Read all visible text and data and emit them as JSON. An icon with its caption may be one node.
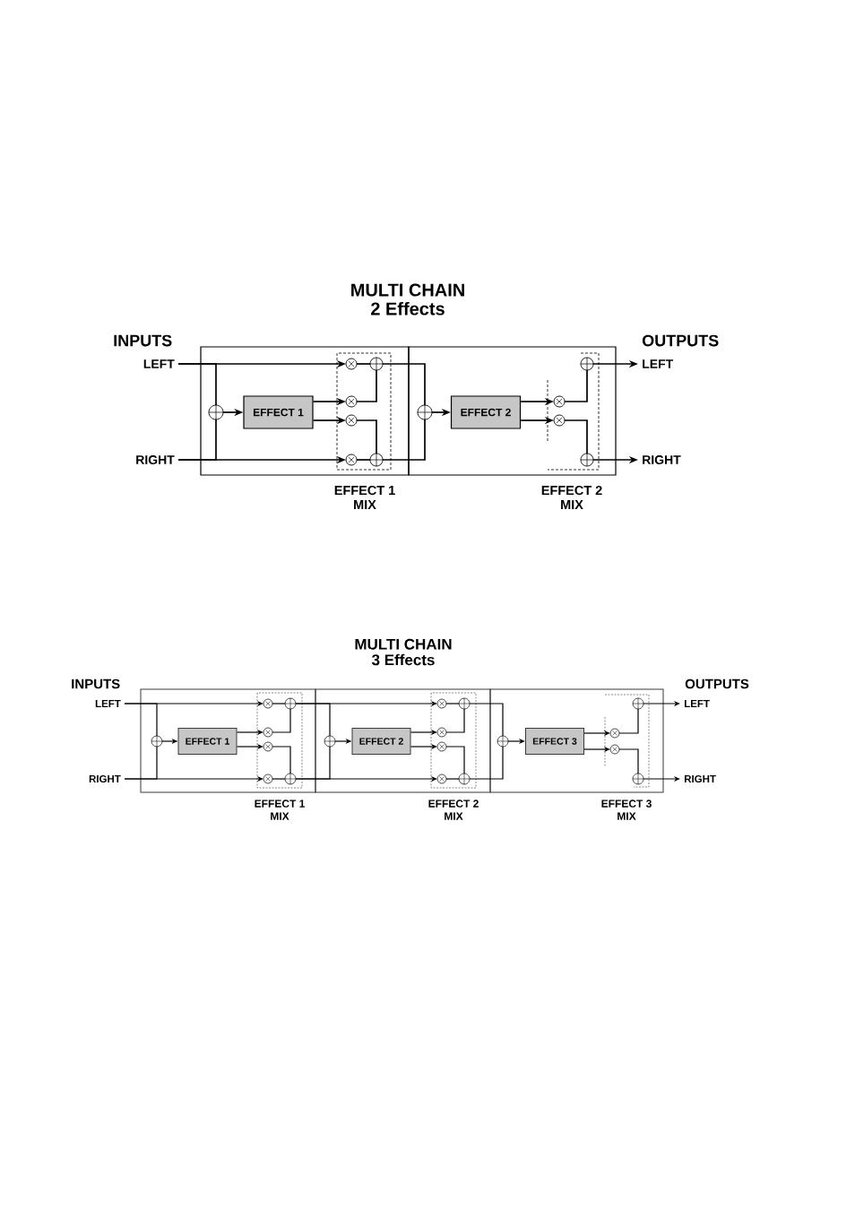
{
  "diagram": {
    "nodes": [
      {
        "text": [
          "LEFT"
        ]
      },
      {
        "text": [
          "RIGHT"
        ]
      },
      {
        "text": [],
        "shape": "box"
      },
      {
        "text": [],
        "shape": "circle",
        "in": 2
      },
      {
        "text": [
          "EFFECT 1"
        ],
        "in": 2
      },
      {
        "text": [],
        "shape": "circle",
        "in": 2
      },
      {
        "text": [],
        "shape": "circle",
        "in": 2
      },
      {
        "text": [],
        "shape": "circle",
        "in": 2
      },
      {
        "text": [],
        "shape": "circle",
        "in": 2
      },
      {
        "text": [],
        "shape": "circle",
        "in": 2
      },
      {
        "text": [],
        "shape": "circle",
        "in": 2
      },
      {
        "text": [],
        "shape": "box"
      },
      {
        "text": [],
        "shape": "circle",
        "in": 11
      },
      {
        "text": [
          "EFFECT 2"
        ],
        "in": 11
      },
      {
        "text": [],
        "shape": "circle",
        "in": 11
      },
      {
        "text": [],
        "shape": "circle",
        "in": 11
      },
      {
        "text": [],
        "shape": "circle",
        "in": 11
      },
      {
        "text": [],
        "shape": "circle",
        "in": 11
      },
      {
        "text": [
          "LEFT"
        ]
      },
      {
        "text": [
          "RIGHT"
        ]
      },
      {
        "text": [
          "LEFT"
        ]
      },
      {
        "text": [
          "RIGHT"
        ]
      },
      {
        "text": [],
        "shape": "box"
      },
      {
        "text": [],
        "shape": "circle",
        "in": 22
      },
      {
        "text": [
          "EFFECT 1"
        ],
        "in": 22
      },
      {
        "text": [],
        "shape": "circle",
        "in": 22
      },
      {
        "text": [],
        "shape": "circle",
        "in": 22
      },
      {
        "text": [],
        "shape": "circle",
        "in": 22
      },
      {
        "text": [],
        "shape": "circle",
        "in": 22
      },
      {
        "text": [],
        "shape": "circle",
        "in": 22
      },
      {
        "text": [],
        "shape": "circle",
        "in": 22
      },
      {
        "text": [],
        "shape": "box"
      },
      {
        "text": [],
        "shape": "circle",
        "in": 31
      },
      {
        "text": [
          "EFFECT 2"
        ],
        "in": 31
      },
      {
        "text": [],
        "shape": "circle",
        "in": 31
      },
      {
        "text": [],
        "shape": "circle",
        "in": 31
      },
      {
        "text": [],
        "shape": "circle",
        "in": 31
      },
      {
        "text": [],
        "shape": "circle",
        "in": 31
      },
      {
        "text": [],
        "shape": "circle",
        "in": 31
      },
      {
        "text": [],
        "shape": "circle",
        "in": 31
      },
      {
        "text": [],
        "shape": "box"
      },
      {
        "text": [],
        "shape": "circle",
        "in": 40
      },
      {
        "text": [
          "EFFECT 3"
        ],
        "in": 40
      },
      {
        "text": [],
        "shape": "circle",
        "in": 40
      },
      {
        "text": [],
        "shape": "circle",
        "in": 40
      },
      {
        "text": [],
        "shape": "circle",
        "in": 40
      },
      {
        "text": [],
        "shape": "circle",
        "in": 40
      },
      {
        "text": [
          "LEFT"
        ]
      },
      {
        "text": [
          "RIGHT"
        ]
      }
    ],
    "edges": [
      {
        "from": 0,
        "to": 5,
        "arrow": "to"
      },
      {
        "from": 0,
        "to": 3,
        "arrow": "none"
      },
      {
        "from": 1,
        "to": 8,
        "arrow": "to"
      },
      {
        "from": 1,
        "to": 3,
        "arrow": "none"
      },
      {
        "from": 3,
        "to": 4,
        "arrow": "to"
      },
      {
        "from": 4,
        "to": 6,
        "arrow": "to"
      },
      {
        "from": 4,
        "to": 7,
        "arrow": "to"
      },
      {
        "from": 5,
        "to": 9,
        "arrow": "none"
      },
      {
        "from": 6,
        "to": 9,
        "arrow": "none"
      },
      {
        "from": 7,
        "to": 10,
        "arrow": "none"
      },
      {
        "from": 8,
        "to": 10,
        "arrow": "none"
      },
      {
        "from": 9,
        "to": 12,
        "arrow": "none"
      },
      {
        "from": 10,
        "to": 12,
        "arrow": "none"
      },
      {
        "from": 12,
        "to": 13,
        "arrow": "to"
      },
      {
        "from": 13,
        "to": 14,
        "arrow": "to"
      },
      {
        "from": 13,
        "to": 15,
        "arrow": "to"
      },
      {
        "from": 14,
        "to": 16,
        "arrow": "none"
      },
      {
        "from": 15,
        "to": 17,
        "arrow": "none"
      },
      {
        "from": 16,
        "to": 18,
        "arrow": "to"
      },
      {
        "from": 17,
        "to": 19,
        "arrow": "to"
      },
      {
        "from": 20,
        "to": 25,
        "arrow": "to"
      },
      {
        "from": 20,
        "to": 23,
        "arrow": "none"
      },
      {
        "from": 21,
        "to": 28,
        "arrow": "to"
      },
      {
        "from": 21,
        "to": 23,
        "arrow": "none"
      },
      {
        "from": 23,
        "to": 24,
        "arrow": "to"
      },
      {
        "from": 24,
        "to": 26,
        "arrow": "to"
      },
      {
        "from": 24,
        "to": 27,
        "arrow": "to"
      },
      {
        "from": 25,
        "to": 29,
        "arrow": "none"
      },
      {
        "from": 26,
        "to": 29,
        "arrow": "none"
      },
      {
        "from": 27,
        "to": 30,
        "arrow": "none"
      },
      {
        "from": 28,
        "to": 30,
        "arrow": "none"
      },
      {
        "from": 29,
        "to": 34,
        "arrow": "to"
      },
      {
        "from": 29,
        "to": 32,
        "arrow": "none"
      },
      {
        "from": 30,
        "to": 37,
        "arrow": "to"
      },
      {
        "from": 30,
        "to": 32,
        "arrow": "none"
      },
      {
        "from": 32,
        "to": 33,
        "arrow": "to"
      },
      {
        "from": 33,
        "to": 35,
        "arrow": "to"
      },
      {
        "from": 33,
        "to": 36,
        "arrow": "to"
      },
      {
        "from": 34,
        "to": 38,
        "arrow": "none"
      },
      {
        "from": 35,
        "to": 38,
        "arrow": "none"
      },
      {
        "from": 36,
        "to": 39,
        "arrow": "none"
      },
      {
        "from": 37,
        "to": 39,
        "arrow": "none"
      },
      {
        "from": 38,
        "to": 41,
        "arrow": "none"
      },
      {
        "from": 39,
        "to": 41,
        "arrow": "none"
      },
      {
        "from": 41,
        "to": 42,
        "arrow": "to"
      },
      {
        "from": 42,
        "to": 43,
        "arrow": "to"
      },
      {
        "from": 42,
        "to": 44,
        "arrow": "to"
      },
      {
        "from": 43,
        "to": 45,
        "arrow": "none"
      },
      {
        "from": 44,
        "to": 46,
        "arrow": "none"
      },
      {
        "from": 45,
        "to": 47,
        "arrow": "to"
      },
      {
        "from": 46,
        "to": 48,
        "arrow": "to"
      }
    ],
    "labels": [
      "MULTI CHAIN 2 Effects",
      "INPUTS",
      "OUTPUTS",
      "EFFECT 1 MIX",
      "EFFECT 2 MIX",
      "MULTI CHAIN 3 Effects",
      "INPUTS",
      "OUTPUTS",
      "EFFECT 1 MIX",
      "EFFECT 2 MIX",
      "EFFECT 3 MIX"
    ]
  }
}
